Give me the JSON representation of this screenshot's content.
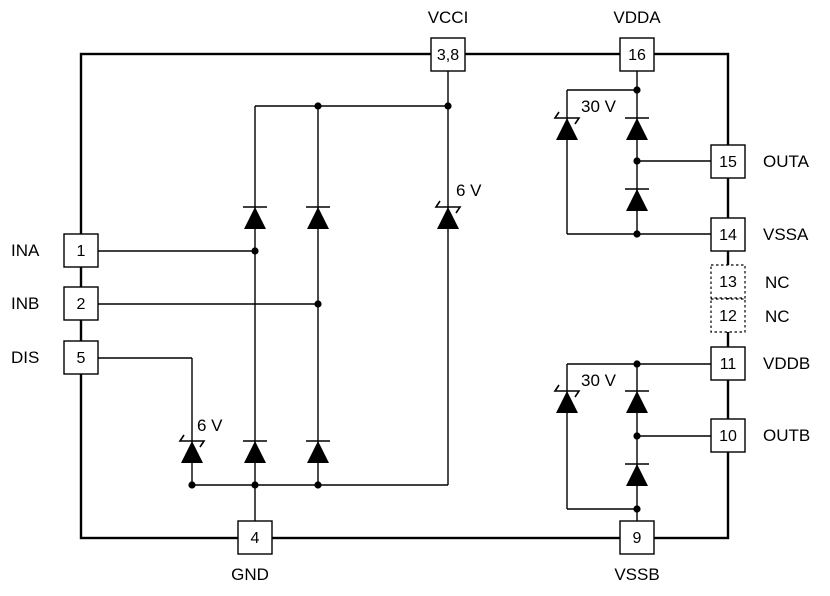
{
  "pins": {
    "vcci": {
      "number": "3,8",
      "name": "VCCI"
    },
    "vdda": {
      "number": "16",
      "name": "VDDA"
    },
    "outa": {
      "number": "15",
      "name": "OUTA"
    },
    "vssa": {
      "number": "14",
      "name": "VSSA"
    },
    "nc13": {
      "number": "13",
      "name": "NC"
    },
    "nc12": {
      "number": "12",
      "name": "NC"
    },
    "vddb": {
      "number": "11",
      "name": "VDDB"
    },
    "outb": {
      "number": "10",
      "name": "OUTB"
    },
    "vssb": {
      "number": "9",
      "name": "VSSB"
    },
    "gnd": {
      "number": "4",
      "name": "GND"
    },
    "ina": {
      "number": "1",
      "name": "INA"
    },
    "inb": {
      "number": "2",
      "name": "INB"
    },
    "dis": {
      "number": "5",
      "name": "DIS"
    }
  },
  "zener_labels": {
    "vcci_clamp": "6 V",
    "dis_clamp": "6 V",
    "channel_a_clamp": "30 V",
    "channel_b_clamp": "30 V"
  }
}
